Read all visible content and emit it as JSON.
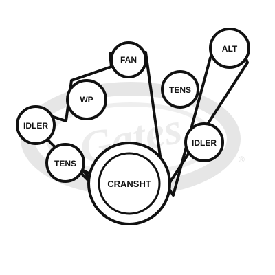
{
  "diagram": {
    "watermark": "Gates",
    "watermark_mark": "®",
    "colors": {
      "ink": "#111111",
      "watermark": "#e6e6e6",
      "background": "#ffffff"
    },
    "pulleys": [
      {
        "id": "fan",
        "label": "FAN"
      },
      {
        "id": "alt",
        "label": "ALT"
      },
      {
        "id": "wp",
        "label": "WP"
      },
      {
        "id": "tens_upper",
        "label": "TENS"
      },
      {
        "id": "idler_left",
        "label": "IDLER"
      },
      {
        "id": "idler_right",
        "label": "IDLER"
      },
      {
        "id": "tens_lower",
        "label": "TENS"
      },
      {
        "id": "cransht",
        "label": "CRANSHT"
      }
    ]
  }
}
